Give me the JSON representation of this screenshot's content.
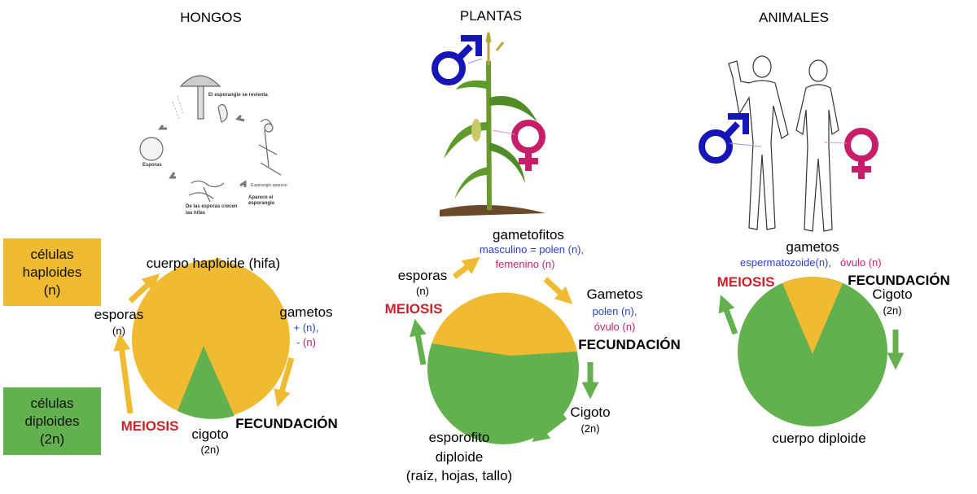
{
  "colors": {
    "yellow": "#f0bb30",
    "green": "#63b04f",
    "blue": "#1515b8",
    "pink": "#c81e6a",
    "red": "#c8222a",
    "text_blue": "#2a3fc7",
    "text_pink": "#c2246e"
  },
  "legend": {
    "haploid": {
      "line1": "células",
      "line2": "haploides",
      "line3": "(n)"
    },
    "diploid": {
      "line1": "células",
      "line2": "diploides",
      "line3": "(2n)"
    }
  },
  "hongos": {
    "title": "HONGOS",
    "illustration": {
      "bursts": "El esporangio se revienta",
      "spores": "Esporas",
      "hyphae_1": "De las esporas crecen",
      "hyphae_2": "las hifas",
      "sporangium_1": "Aparece el",
      "sporangium_2": "esporangio",
      "sporangia_small": "Esporangio aparece"
    },
    "cycle": {
      "body": "cuerpo haploide (hifa)",
      "gametes": "gametos",
      "gamete_plus": "+ (n),",
      "gamete_minus": "- (n)",
      "fertilization": "FECUNDACIÓN",
      "zygote": "cigoto",
      "zygote_ploidy": "(2n)",
      "meiosis": "MEIOSIS",
      "spores": "esporas",
      "spores_ploidy": "(n)"
    }
  },
  "plantas": {
    "title": "PLANTAS",
    "cycle": {
      "gametophytes": "gametofitos",
      "male": "masculino = polen (n),",
      "female": "femenino (n)",
      "spores": "esporas",
      "spores_ploidy": "(n)",
      "meiosis": "MEIOSIS",
      "gametes": "Gametos",
      "pollen": "polen (n),",
      "ovule": "óvulo (n)",
      "fertilization": "FECUNDACIÓN",
      "zygote": "Cigoto",
      "zygote_ploidy": "(2n)",
      "sporophyte_1": "esporofito",
      "sporophyte_2": "diploide",
      "sporophyte_3": "(raíz, hojas, tallo)"
    }
  },
  "animales": {
    "title": "ANIMALES",
    "cycle": {
      "gametes": "gametos",
      "sperm": "espermatozoide(n),",
      "ovule": "óvulo (n)",
      "meiosis": "MEIOSIS",
      "fertilization": "FECUNDACIÓN",
      "zygote": "Cigoto",
      "zygote_ploidy": "(2n)",
      "body": "cuerpo diploide"
    }
  }
}
